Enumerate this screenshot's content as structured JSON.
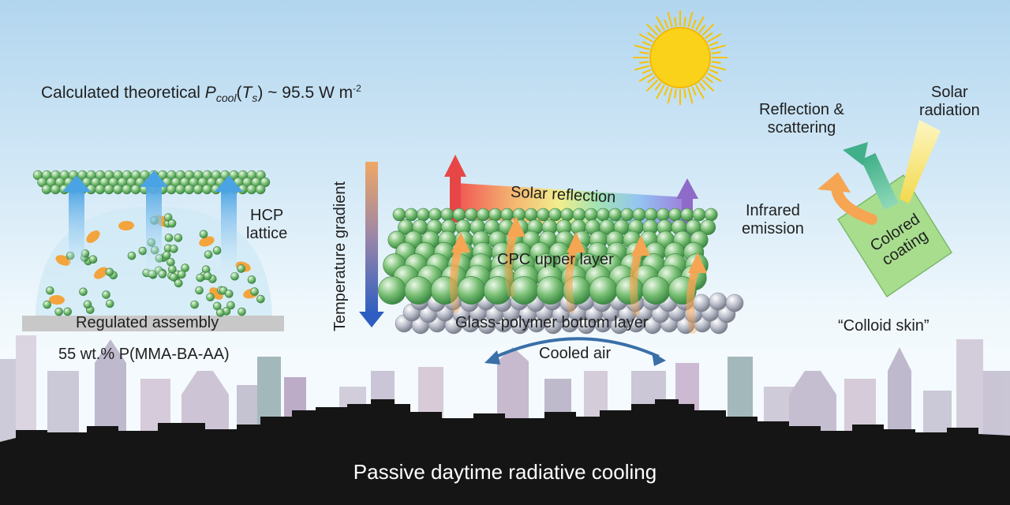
{
  "equation": {
    "prefix": "Calculated theoretical ",
    "p_symbol": "P",
    "p_subscript": "cool",
    "t_symbol": "T",
    "t_subscript": "s",
    "value_text": " ~ 95.5 W m",
    "exponent": "-2"
  },
  "left_panel": {
    "hcp_line1": "HCP",
    "hcp_line2": "lattice",
    "assembly_label": "Regulated assembly",
    "polymer_label": "55 wt.% P(MMA-BA-AA)"
  },
  "center_panel": {
    "gradient_label": "Temperature gradient",
    "reflection_label": "Solar reflection",
    "upper_layer_label": "CPC upper layer",
    "bottom_layer_label": "Glass-polymer bottom layer",
    "cooled_air_label": "Cooled air"
  },
  "right_panel": {
    "reflection_line1": "Reflection &",
    "reflection_line2": "scattering",
    "solar_line1": "Solar",
    "solar_line2": "radiation",
    "infrared_line1": "Infrared",
    "infrared_line2": "emission",
    "coating_line1": "Colored",
    "coating_line2": "coating",
    "skin_label": "“Colloid skin”"
  },
  "footer": {
    "title": "Passive daytime radiative cooling"
  },
  "colors": {
    "sky_top": "#b2d6ef",
    "green_sphere": "#6fb56f",
    "grey_sphere": "#a9adbb",
    "orange_arrow": "#f6a552",
    "blue_arrow": "#62aee8",
    "sun": "#fbd21a",
    "skyline_dark": "#151515"
  }
}
